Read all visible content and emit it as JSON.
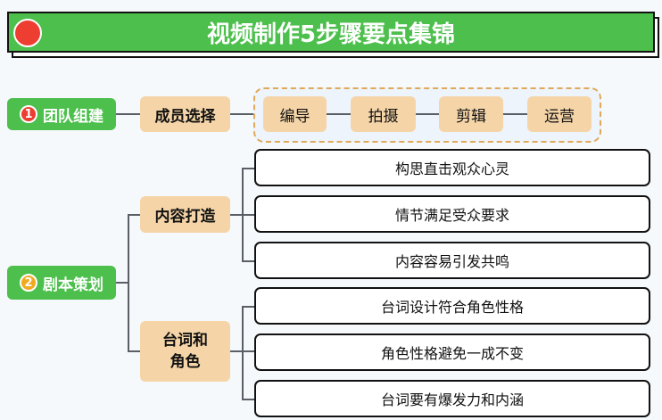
{
  "title": "视频制作5步骤要点集锦",
  "colors": {
    "green": "#4cbf4c",
    "tan": "#f5d5a8",
    "red": "#ee3d31",
    "dash": "#e0a85a"
  },
  "step1": {
    "num": "1",
    "label": "团队组建",
    "child": "成员选择",
    "members": [
      "编导",
      "拍摄",
      "剪辑",
      "运营"
    ]
  },
  "step2": {
    "num": "2",
    "label": "剧本策划",
    "branches": [
      {
        "label": "内容打造",
        "leaves": [
          "构思直击观众心灵",
          "情节满足受众要求",
          "内容容易引发共鸣"
        ]
      },
      {
        "label": "台词和\n角色",
        "leaves": [
          "台词设计符合角色性格",
          "角色性格避免一成不变",
          "台词要有爆发力和内涵"
        ]
      }
    ]
  }
}
